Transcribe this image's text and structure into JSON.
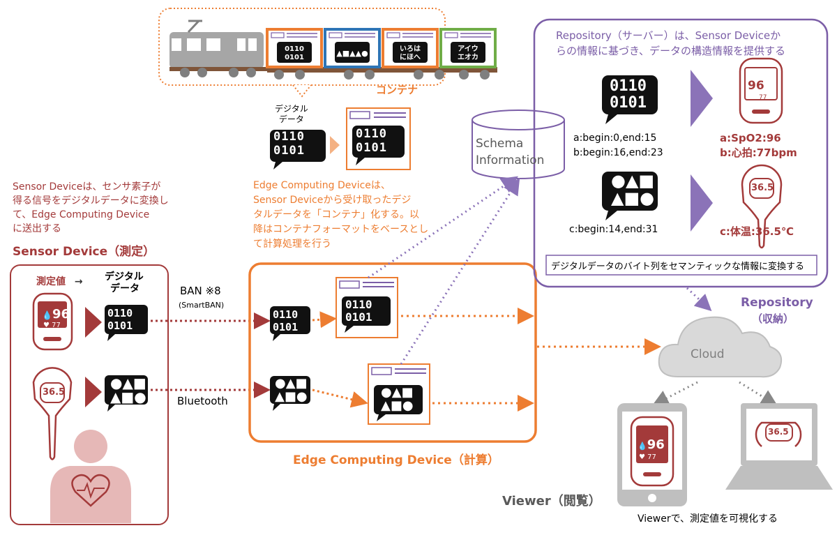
{
  "train": {
    "container_labels": [
      [
        "0110",
        "0101"
      ],
      [
        "▲■▲▲●"
      ],
      [
        "いろは",
        "にほへ"
      ],
      [
        "アイウ",
        "エオカ"
      ]
    ],
    "container_colors": [
      "#ed7d31",
      "#2e75b6",
      "#ed7d31",
      "#70ad47"
    ],
    "caption": "コンテナ"
  },
  "edge_intro": {
    "digital_label_1": "デジタル",
    "digital_label_2": "データ",
    "binary_1": "0110",
    "binary_2": "0101",
    "description": [
      "Edge Computing Deviceは、",
      "Sensor Deviceから受け取ったデジ",
      "タルデータを「コンテナ」化する。以",
      "降はコンテナフォーマットをベースとし",
      "て計算処理を行う"
    ]
  },
  "schema": {
    "line1": "Schema",
    "line2": "Information"
  },
  "sensor": {
    "description": [
      "Sensor Deviceは、センサ素子が",
      "得る信号をデジタルデータに変換し",
      "て、Edge Computing Device",
      "に送出する"
    ],
    "title": "Sensor Device（測定）",
    "header_measured": "測定値",
    "header_arrow": "→",
    "header_digital_1": "デジタル",
    "header_digital_2": "データ",
    "oximeter_value": "96",
    "oximeter_pulse": "77",
    "thermo_value": "36.5"
  },
  "links": {
    "ban": "BAN ※8",
    "smartban": "(SmartBAN)",
    "bluetooth": "Bluetooth"
  },
  "edge": {
    "title": "Edge Computing Device（計算）"
  },
  "repository": {
    "description": [
      "Repository（サーバー）は、Sensor Deviceか",
      "らの情報に基づき、データの構造情報を提供する"
    ],
    "map_a": "a:begin:0,end:15",
    "map_b": "b:begin:16,end:23",
    "map_c": "c:begin:14,end:31",
    "result_a": "a:SpO2:96",
    "result_b": "b:心拍:77bpm",
    "result_c": "c:体温:36.5℃",
    "footer": "デジタルデータのバイト列をセマンティックな情報に変換する",
    "title": "Repository",
    "subtitle": "（収納）"
  },
  "cloud": {
    "label": "Cloud"
  },
  "viewer": {
    "title": "Viewer（閲覧）",
    "description": "Viewerで、測定値を可視化する",
    "phone_value": "96",
    "phone_pulse": "77",
    "laptop_value": "36.5"
  },
  "colors": {
    "red": "#a33a3a",
    "orange": "#ed7d31",
    "purple": "#7b5ea7"
  }
}
